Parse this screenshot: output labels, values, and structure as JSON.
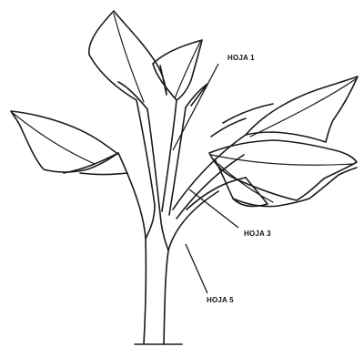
{
  "labels": {
    "leaf_1": "HOJA 1",
    "leaf_3": "HOJA 3",
    "leaf_5": "HOJA 5"
  },
  "colors": {
    "line": "#1a1a1a",
    "background": "#ffffff"
  }
}
